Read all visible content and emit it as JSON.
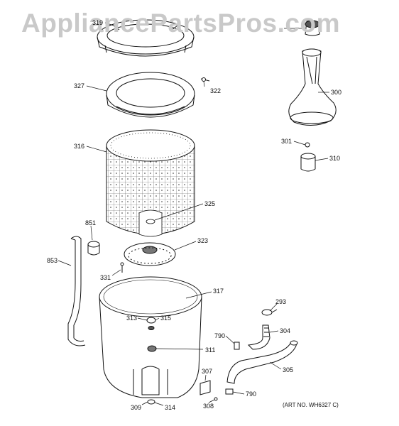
{
  "watermark": "AppliancePartsPros.com",
  "art_number": "(ART NO. WH6327 C)",
  "callouts": {
    "c319": "319",
    "c327": "327",
    "c322": "322",
    "c300": "300",
    "c301": "301",
    "c310": "310",
    "c316": "316",
    "c325": "325",
    "c851": "851",
    "c323": "323",
    "c853": "853",
    "c331": "331",
    "c317": "317",
    "c293": "293",
    "c313": "313",
    "c315": "315",
    "c790a": "790",
    "c304": "304",
    "c311": "311",
    "c305": "305",
    "c307": "307",
    "c790b": "790",
    "c309": "309",
    "c314": "314",
    "c308": "308"
  }
}
